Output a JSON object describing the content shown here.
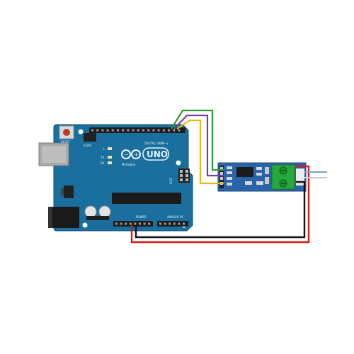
{
  "board": {
    "brand": "Arduino",
    "model": "UNO",
    "reset_label": "RESET",
    "icsp_label": "ICSP2",
    "digital_label": "DIGITAL (PWM~)",
    "power_label": "POWER",
    "analog_label": "ANALOG IN",
    "icsp_right_label": "ICSP",
    "led_labels": [
      "L",
      "TX",
      "RX"
    ],
    "color": "#1a6f9e"
  },
  "module": {
    "color": "#2a63a8",
    "terminal_color": "#26a83a"
  },
  "wires": [
    {
      "color": "#2e9a2e"
    },
    {
      "color": "#7b3ea0"
    },
    {
      "color": "#e0b81a"
    },
    {
      "color": "#d11b1b"
    },
    {
      "color": "#111111"
    }
  ],
  "output_lines": [
    {
      "color": "#7aa2c8"
    },
    {
      "color": "#c8c8c8"
    }
  ]
}
